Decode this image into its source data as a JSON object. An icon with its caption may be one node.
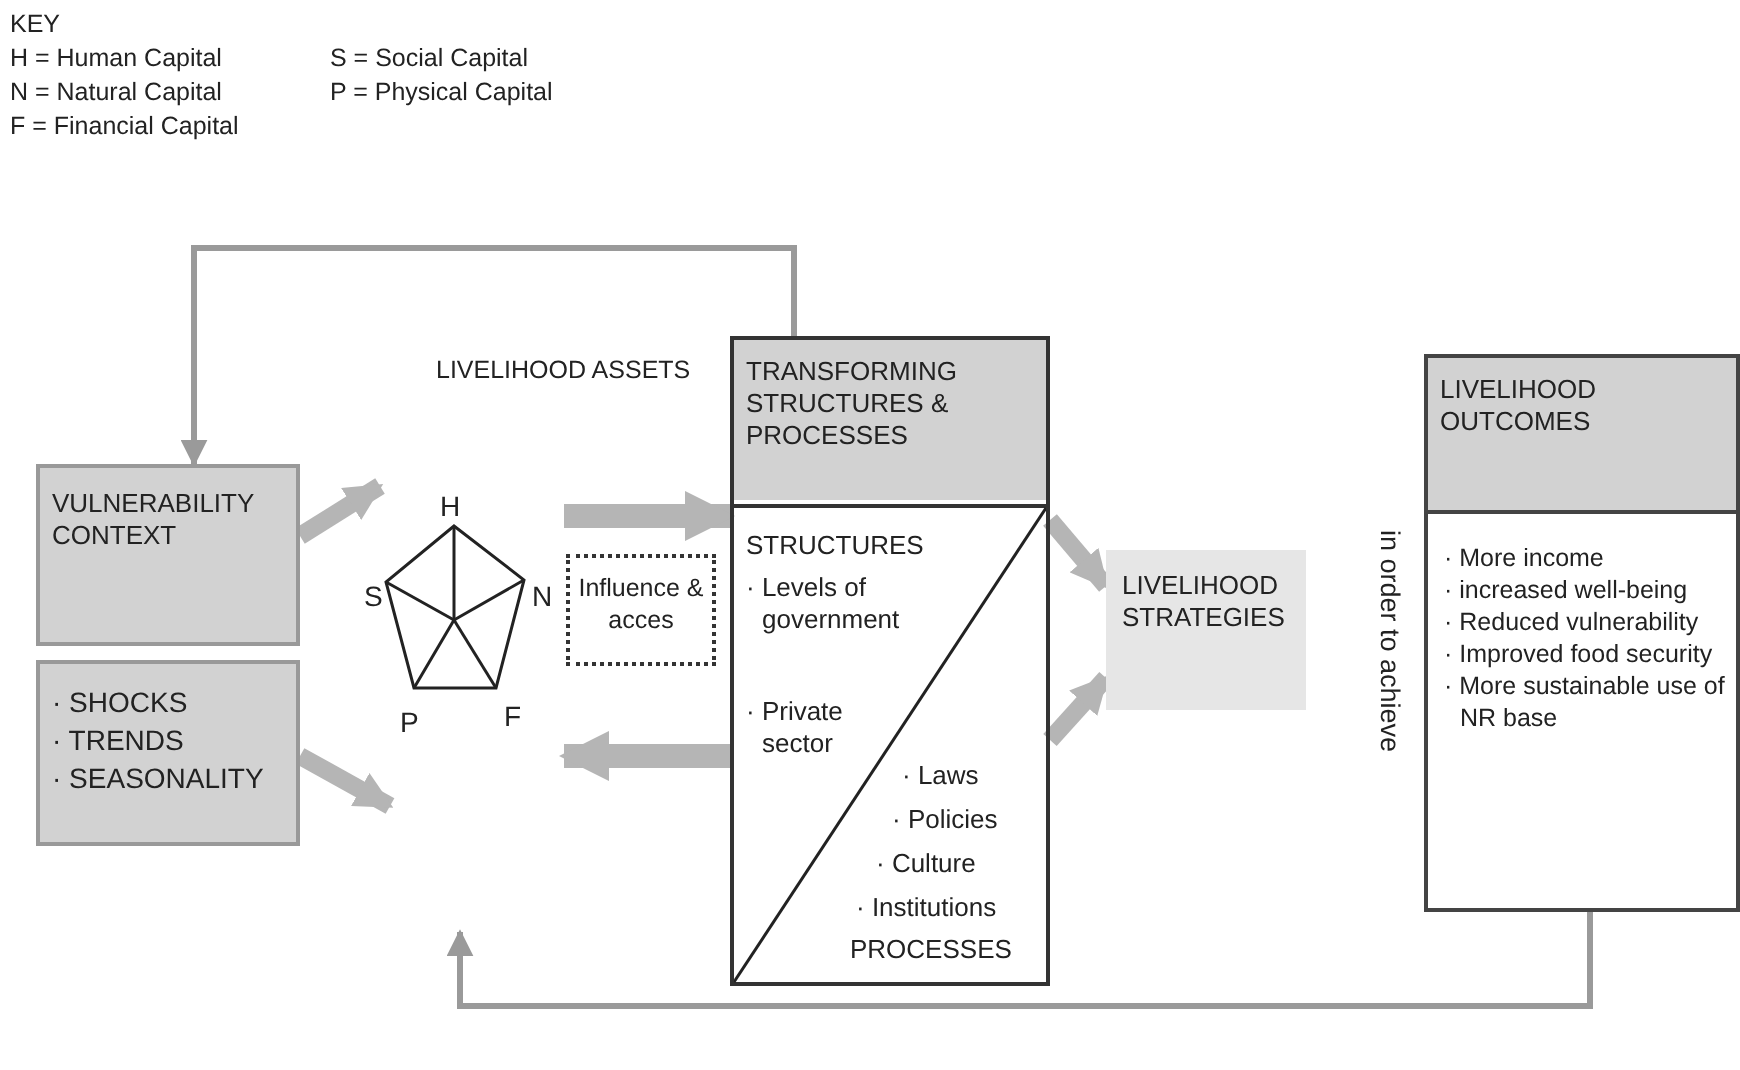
{
  "diagram": {
    "nodes": [
      {
        "text": [
          "VULNERABILITY CONTEXT"
        ]
      },
      {
        "text": [
          "· SHOCKS",
          "· TRENDS",
          "· SEASONALITY"
        ]
      },
      {
        "text": [
          "H",
          "S",
          "N",
          "P",
          "F"
        ]
      },
      {
        "text": [
          "Influence & acces"
        ]
      },
      {
        "text": [
          "TRANSFORMING STRUCTURES & PROCESSES",
          "STRUCTURES",
          "· Levels of government",
          "· Private sector",
          "· Laws",
          "· Policies",
          "· Culture",
          "· Institutions",
          "PROCESSES"
        ]
      },
      {
        "text": [
          "LIVELIHOOD STRATEGIES"
        ]
      },
      {
        "text": [
          "LIVELIHOOD OUTCOMES",
          "· More income",
          "· increased well-being",
          "· Reduced vulnerability",
          "· Improved food security",
          "· More sustainable use of NR base"
        ]
      }
    ],
    "edges": [
      {
        "from": 4,
        "to": 0,
        "arrow": "to"
      },
      {
        "from": 6,
        "to": null,
        "arrow": "to"
      },
      {
        "from": 0,
        "to": 2,
        "arrow": "to"
      },
      {
        "from": 1,
        "to": 2,
        "arrow": "to"
      },
      {
        "from": 2,
        "to": 4,
        "arrow": "to"
      },
      {
        "from": 4,
        "to": 2,
        "arrow": "to"
      },
      {
        "from": 4,
        "to": 5,
        "arrow": "to"
      },
      {
        "from": 4,
        "to": 5,
        "arrow": "to"
      }
    ],
    "labels": [
      "KEY",
      "H = Human Capital",
      "S = Social Capital",
      "N = Natural Capital",
      "P = Physical Capital",
      "F = Financial Capital",
      "LIVELIHOOD ASSETS",
      "in order to achieve"
    ]
  }
}
